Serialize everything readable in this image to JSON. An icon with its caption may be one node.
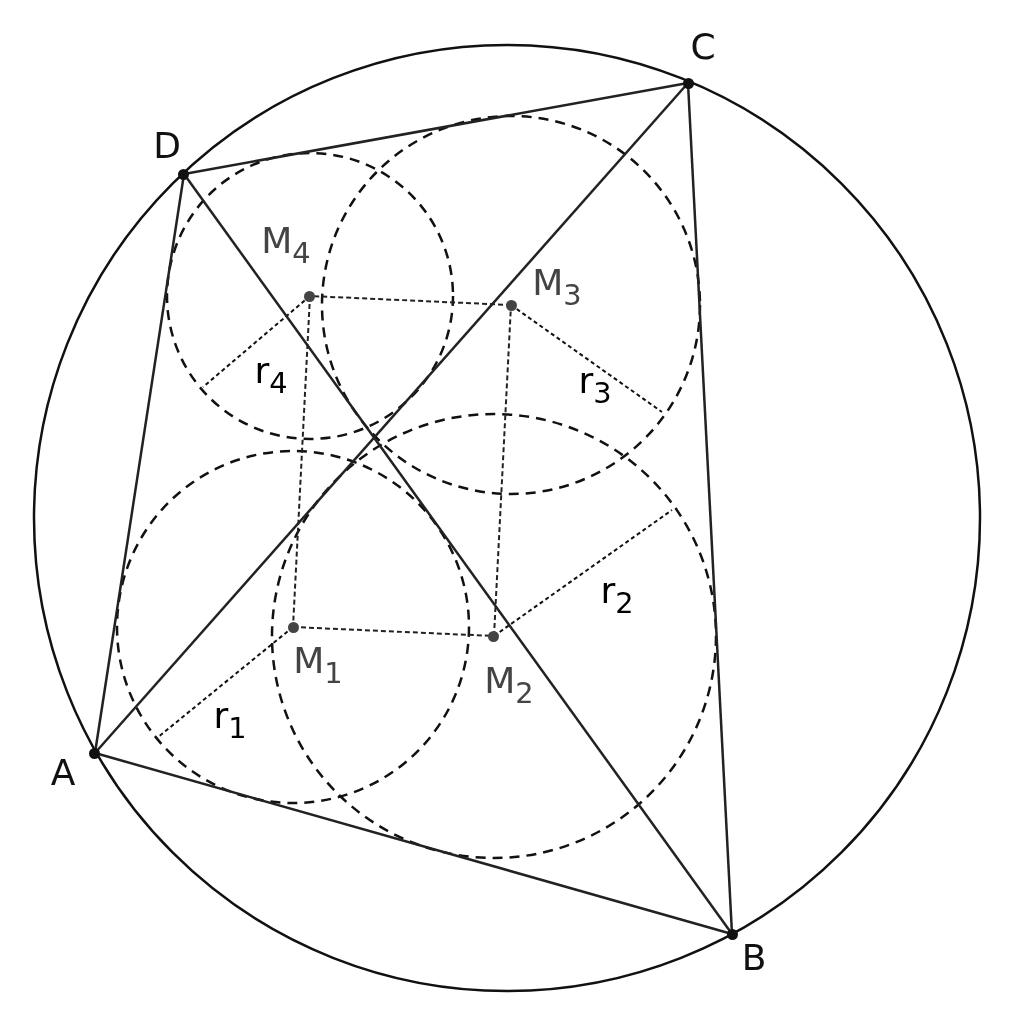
{
  "diagram": {
    "nodes": [
      {
        "text": [
          "C"
        ]
      },
      {
        "text": [
          "D"
        ]
      },
      {
        "text": [
          "M$_{4}$"
        ]
      },
      {
        "text": [
          "M$_{3}$"
        ]
      },
      {
        "text": [
          "M$_{1}$"
        ]
      },
      {
        "text": [
          "M$_{2}$"
        ]
      },
      {
        "text": [
          "A"
        ]
      },
      {
        "text": [
          "B"
        ]
      }
    ],
    "edges": [
      {
        "from": 6,
        "to": 7,
        "arrow": "none"
      },
      {
        "from": 7,
        "to": 0,
        "arrow": "none"
      },
      {
        "from": 0,
        "to": 1,
        "arrow": "none"
      },
      {
        "from": 1,
        "to": 6,
        "arrow": "none"
      },
      {
        "from": 6,
        "to": 0,
        "arrow": "none"
      },
      {
        "from": 7,
        "to": 1,
        "arrow": "none"
      },
      {
        "from": 4,
        "to": 5,
        "arrow": "none",
        "style": "dashed"
      },
      {
        "from": 5,
        "to": 3,
        "arrow": "none",
        "style": "dashed"
      },
      {
        "from": 3,
        "to": 2,
        "arrow": "none",
        "style": "dashed"
      },
      {
        "from": 2,
        "to": 4,
        "arrow": "none",
        "style": "dashed"
      }
    ],
    "labels": [
      "r$_{4}$",
      "r$_{3}$",
      "r$_{2}$",
      "r$_{1}$"
    ]
  }
}
